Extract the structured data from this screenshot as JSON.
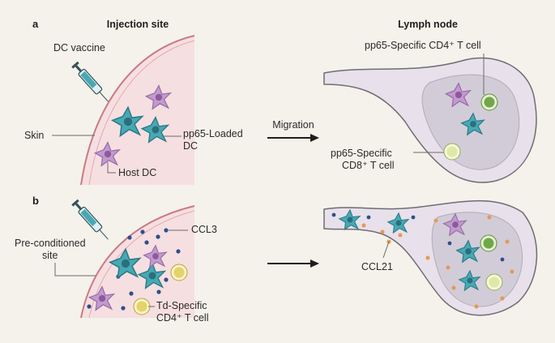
{
  "headers": {
    "injection_site": "Injection site",
    "lymph_node": "Lymph node"
  },
  "panels": {
    "a": "a",
    "b": "b"
  },
  "panel_a": {
    "dc_vaccine": "DC vaccine",
    "skin": "Skin",
    "loaded_dc_line1": "pp65-Loaded",
    "loaded_dc_line2": "DC",
    "host_dc": "Host DC",
    "migration": "Migration",
    "cd4_label": "pp65-Specific CD4⁺ T cell",
    "cd8_line1": "pp65-Specific",
    "cd8_line2": "CD8⁺ T cell"
  },
  "panel_b": {
    "ccl3": "CCL3",
    "preconditioned_line1": "Pre-conditioned",
    "preconditioned_line2": "site",
    "td_line1": "Td-Specific",
    "td_line2": "CD4⁺ T cell",
    "ccl21": "CCL21"
  },
  "colors": {
    "background": "#f4f2ea",
    "skin_tissue": "#f6dfe0",
    "skin_edge": "#c97a86",
    "node_outer": "#e8e0ea",
    "node_inner": "#d2ccd8",
    "teal_dc": "#46a9b5",
    "purple_dc": "#c39ad0",
    "green_tcell": "#6ea84a",
    "lime_tcell": "#dfe8a6",
    "yellow_tcell": "#e3d36a",
    "ccl3_dot": "#2e4f8c",
    "ccl21_dot": "#e39a55"
  }
}
